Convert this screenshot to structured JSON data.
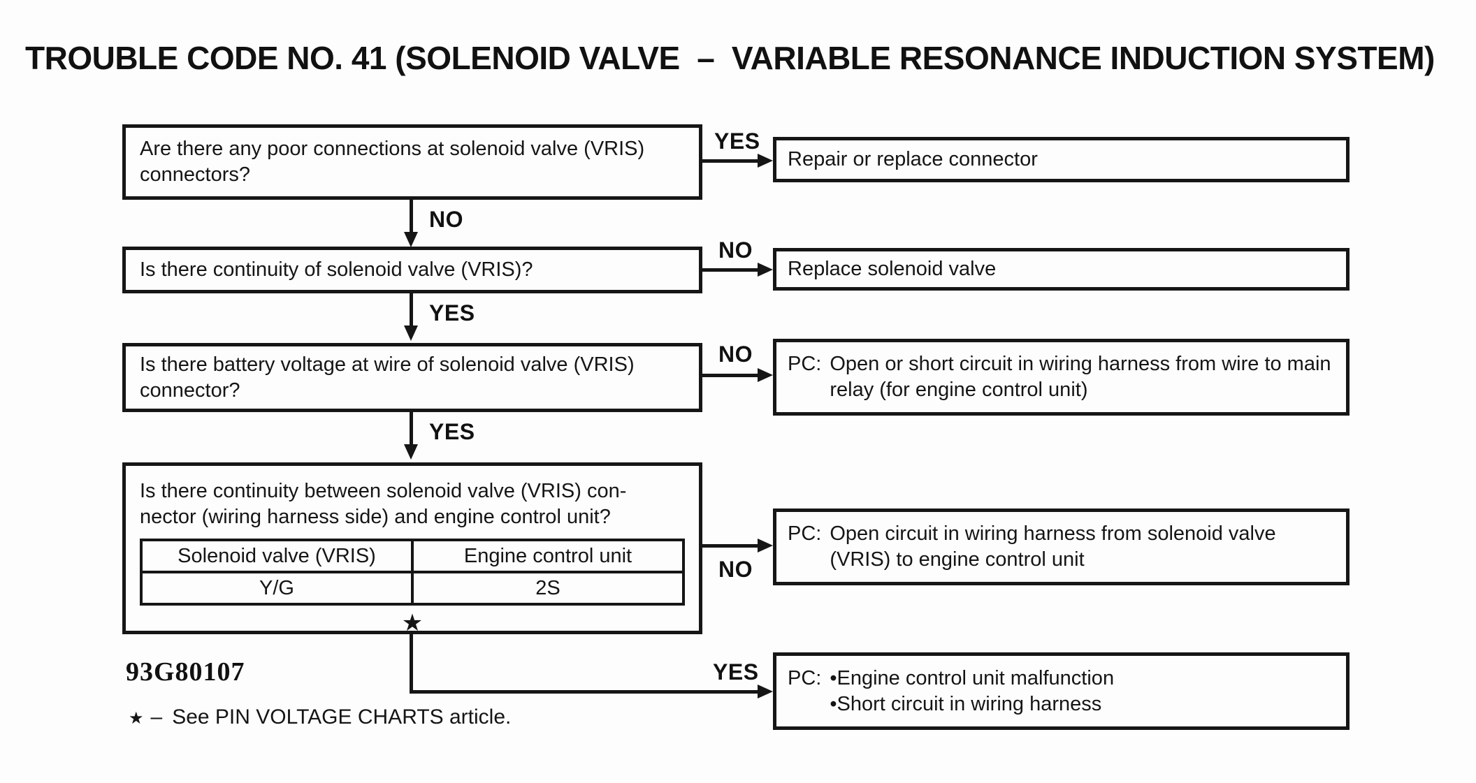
{
  "title": "TROUBLE CODE NO. 41 (SOLENOID VALVE  –  VARIABLE RESONANCE INDUCTION SYSTEM)",
  "figure_code": "93G80107",
  "footnote": {
    "star": "★",
    "dash": "–",
    "text": "See PIN VOLTAGE CHARTS article."
  },
  "labels": {
    "yes": "YES",
    "no": "NO"
  },
  "questions": [
    {
      "text": "Are there any poor connections at solenoid valve (VRIS) connectors?"
    },
    {
      "text": "Is there continuity of solenoid valve (VRIS)?"
    },
    {
      "text": "Is there battery voltage at wire of solenoid valve (VRIS) connector?"
    },
    {
      "line1": "Is there continuity between solenoid valve (VRIS) con-",
      "line2": "nector (wiring harness side) and engine control unit?",
      "table": {
        "headers": [
          "Solenoid valve (VRIS)",
          "Engine control unit"
        ],
        "rows": [
          [
            "Y/G",
            "2S"
          ]
        ]
      },
      "star": "★"
    }
  ],
  "answers": [
    {
      "text": "Repair or replace connector"
    },
    {
      "text": "Replace solenoid valve"
    },
    {
      "prefix": "PC:",
      "text": "Open or short circuit in wiring harness from wire to main relay (for engine control unit)"
    },
    {
      "prefix": "PC:",
      "text": "Open circuit in wiring harness from solenoid valve (VRIS) to engine control unit"
    },
    {
      "prefix": "PC:",
      "bullets": [
        "•Engine control unit malfunction",
        "•Short circuit in wiring harness"
      ]
    }
  ]
}
